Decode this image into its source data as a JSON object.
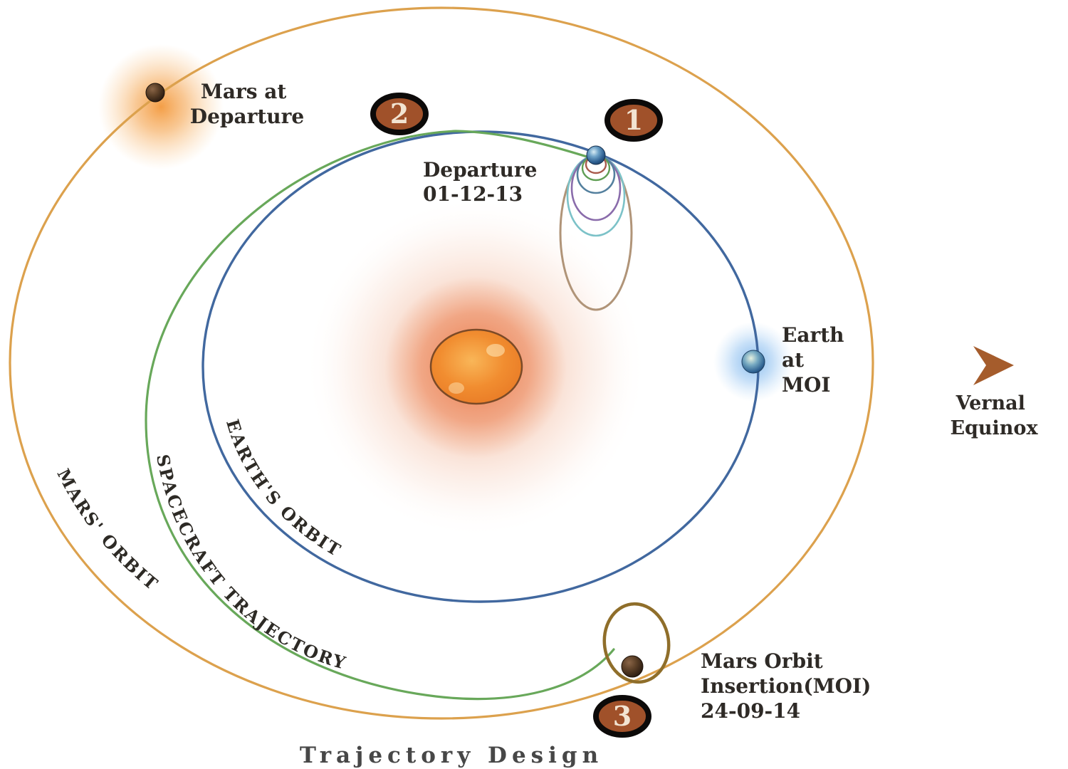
{
  "title": "Trajectory Design",
  "colors": {
    "mars_orbit": "#DCA14D",
    "earth_orbit": "#41689F",
    "spacecraft_trajectory": "#68A85A",
    "insertion_ellipse": "#8F6E2A",
    "marker_fill": "#A0512A",
    "marker_number": "#F2E4D2",
    "vernal_arrow": "#A55C2C"
  },
  "labels": {
    "mars_at_departure": {
      "line1": "Mars at",
      "line2": "Departure"
    },
    "departure": {
      "line1": "Departure",
      "line2": "01-12-13"
    },
    "earth_at_moi": {
      "line1": "Earth",
      "line2": "at",
      "line3": "MOI"
    },
    "mars_orbit_insertion": {
      "line1": "Mars Orbit",
      "line2": "Insertion(MOI)",
      "line3": "24-09-14"
    },
    "vernal_equinox": {
      "line1": "Vernal",
      "line2": "Equinox"
    }
  },
  "curved_labels": {
    "earth_orbit": "EARTH'S ORBIT",
    "spacecraft_trajectory": "SPACECRAFT TRAJECTORY",
    "mars_orbit": "MARS' ORBIT"
  },
  "markers": [
    {
      "label": "1"
    },
    {
      "label": "2"
    },
    {
      "label": "3"
    }
  ]
}
